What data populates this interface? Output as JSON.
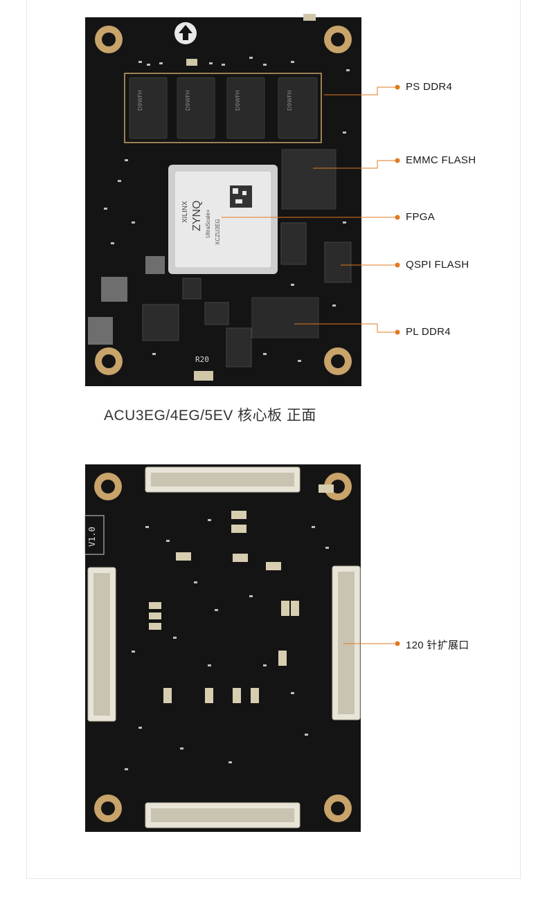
{
  "caption": "ACU3EG/4EG/5EV 核心板 正面",
  "callouts": {
    "ps_ddr4": "PS DDR4",
    "emmc_flash": "EMMC FLASH",
    "fpga": "FPGA",
    "qspi_flash": "QSPI FLASH",
    "pl_ddr4": "PL DDR4",
    "expansion": "120 针扩展口"
  },
  "board_front": {
    "fpga_chip_text": [
      "XILINX",
      "ZYNQ",
      "UltraScale+",
      "XCZU3EG"
    ],
    "silkscreen": [
      "R20"
    ]
  },
  "board_back": {
    "version_label": "V1.0"
  },
  "colors": {
    "accent": "#e07a1f",
    "pcb": "#141414",
    "pad_gold": "#c8a36a",
    "connector": "#e8e4d8"
  }
}
